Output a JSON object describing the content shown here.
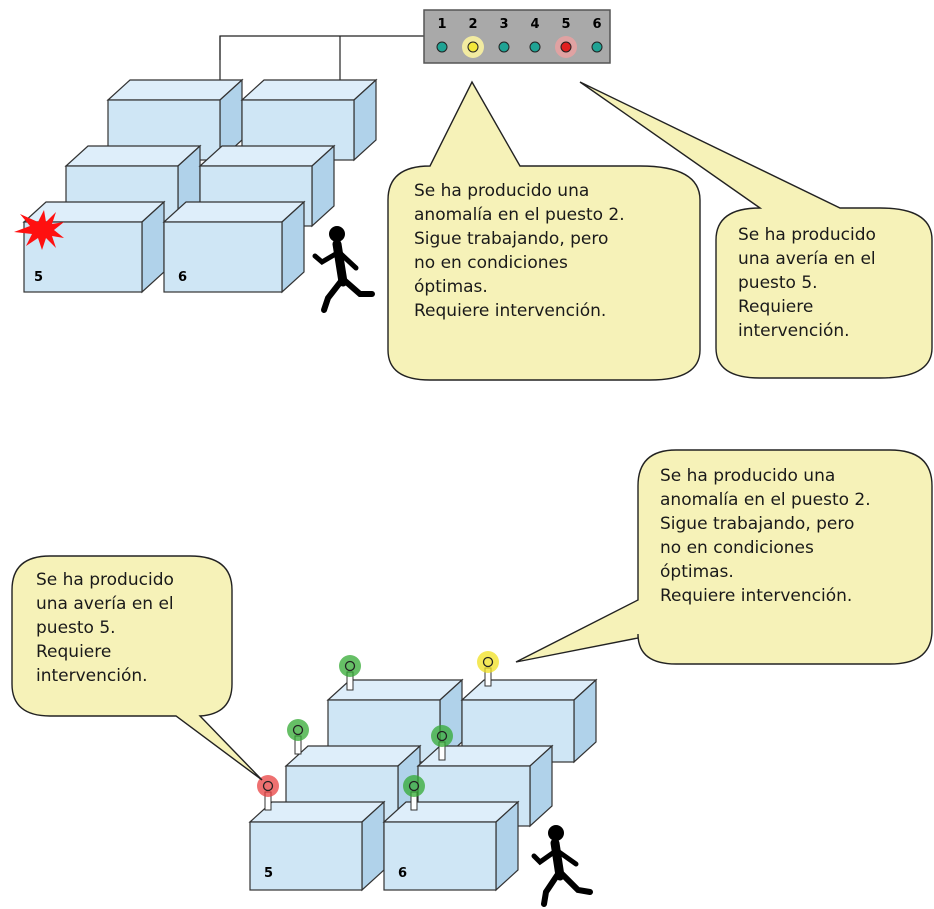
{
  "colors": {
    "box_front": "#cfe6f5",
    "box_top": "#deeefa",
    "box_side": "#b0d2ea",
    "bubble_fill": "#f6f2b8",
    "panel": "#a9a9a9",
    "light_ok": "#1fa394",
    "light_warning": "#f3e83a",
    "light_fault": "#e02020",
    "beacon_green": "#33aa33",
    "beacon_yellow": "#f0e020",
    "beacon_red": "#e84040"
  },
  "panel": {
    "numbers": [
      "1",
      "2",
      "3",
      "4",
      "5",
      "6"
    ],
    "states": [
      "ok",
      "warning",
      "ok",
      "ok",
      "fault",
      "ok"
    ]
  },
  "top_boxes": {
    "label_5": "5",
    "label_6": "6"
  },
  "bottom_boxes": {
    "label_5": "5",
    "label_6": "6"
  },
  "bubbles": {
    "top_anomaly": [
      "Se ha producido una",
      "anomalía en el puesto 2.",
      "Sigue trabajando, pero",
      "no en condiciones",
      "óptimas.",
      "Requiere intervención."
    ],
    "top_fault": [
      "Se ha producido",
      "una avería en el",
      "puesto 5.",
      "Requiere",
      "intervención."
    ],
    "bottom_anomaly": [
      "Se ha producido una",
      "anomalía en el puesto 2.",
      "Sigue trabajando, pero",
      "no en condiciones",
      "óptimas.",
      "Requiere intervención."
    ],
    "bottom_fault": [
      "Se ha producido",
      "una avería en el",
      "puesto 5.",
      "Requiere",
      "intervención."
    ]
  },
  "icons": [
    "fault-burst-icon",
    "walking-person-icon",
    "beacon-icon"
  ]
}
